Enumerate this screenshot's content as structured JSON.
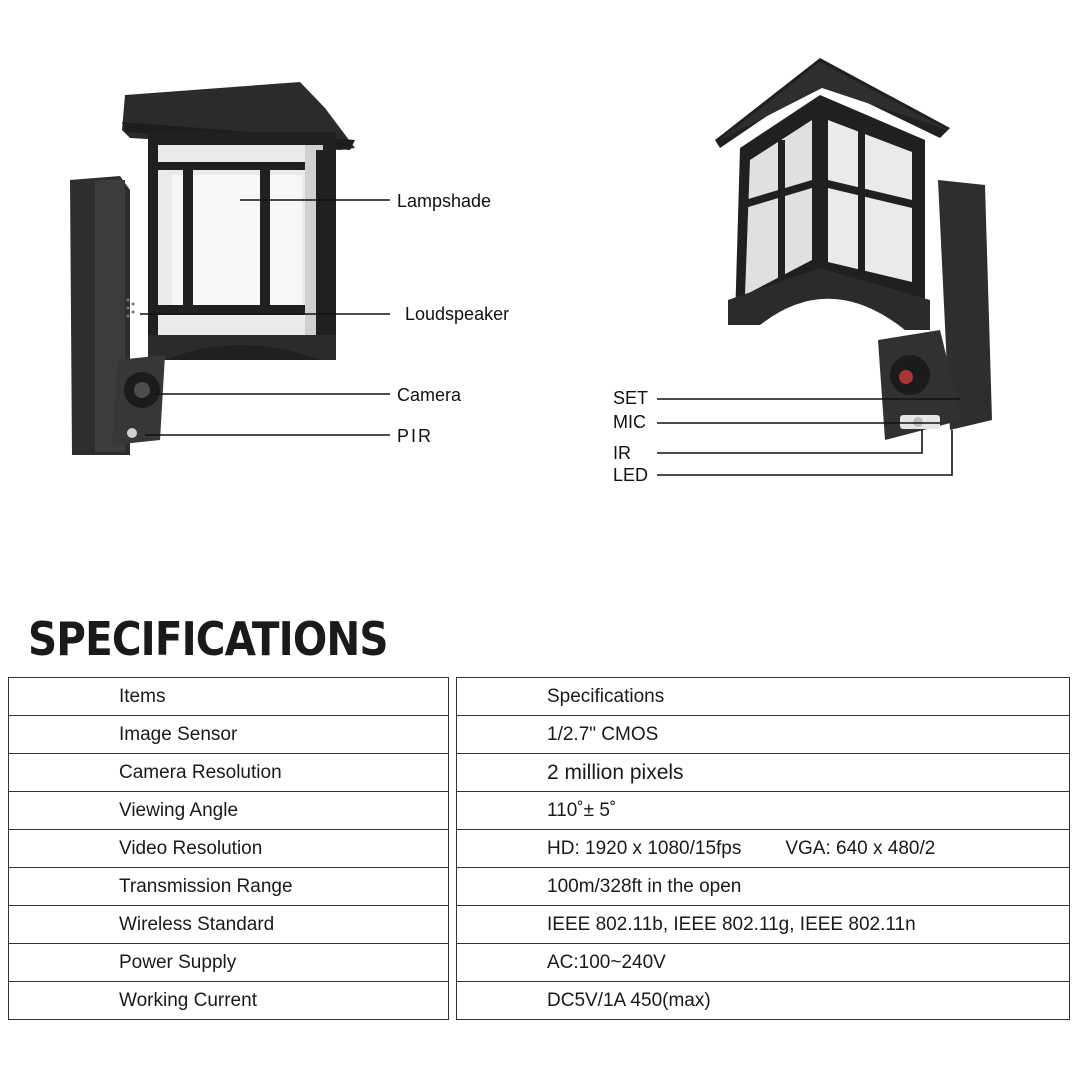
{
  "callouts": {
    "lampshade": "Lampshade",
    "loudspeaker": "Loudspeaker",
    "camera": "Camera",
    "pir": "PIR",
    "set": "SET",
    "mic": "MIC",
    "ir": "IR",
    "led": "LED"
  },
  "specifications": {
    "title": "SPECIFICATIONS",
    "header": {
      "items": "Items",
      "specs": "Specifications"
    },
    "rows": [
      {
        "item": "Image Sensor",
        "spec": "1/2.7\" CMOS"
      },
      {
        "item": "Camera Resolution",
        "spec": "2 million pixels"
      },
      {
        "item": "Viewing Angle",
        "spec": "110˚± 5˚"
      },
      {
        "item": "Video Resolution",
        "spec": "HD: 1920 x 1080/15fps",
        "spec_extra": "VGA: 640 x 480/2"
      },
      {
        "item": "Transmission Range",
        "spec": "100m/328ft  in the open"
      },
      {
        "item": "Wireless Standard",
        "spec": "IEEE 802.11b, IEEE 802.11g, IEEE 802.11n"
      },
      {
        "item": "Power Supply",
        "spec": "AC:100~240V"
      },
      {
        "item": "Working Current",
        "spec": "DC5V/1A 450(max)"
      }
    ]
  }
}
